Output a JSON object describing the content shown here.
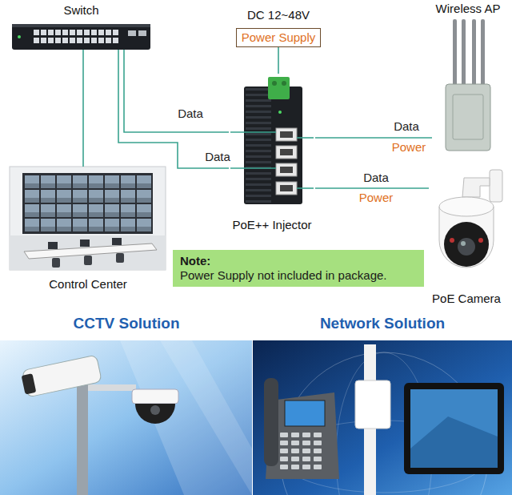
{
  "diagram": {
    "nodes": [
      {
        "text": [
          "Switch"
        ]
      },
      {
        "text": [
          "DC 12~48V",
          "Power Supply"
        ]
      },
      {
        "text": [
          "Wireless AP"
        ]
      },
      {
        "text": [
          "Control Center"
        ]
      },
      {
        "text": [
          "PoE++ Injector"
        ]
      },
      {
        "text": [
          "Note:",
          "Power Supply not included in package."
        ]
      },
      {
        "text": [
          "PoE Camera"
        ]
      },
      {
        "text": [
          "CCTV Solution"
        ]
      },
      {
        "text": [
          "Network Solution"
        ]
      }
    ],
    "edges": [
      {
        "from": 0,
        "to": 3,
        "arrow": "none"
      },
      {
        "from": 0,
        "to": 4,
        "label": "Data",
        "arrow": "none"
      },
      {
        "from": 0,
        "to": 4,
        "label": "Data",
        "arrow": "none"
      },
      {
        "from": 4,
        "to": 2,
        "label": "Data",
        "arrow": "none"
      },
      {
        "from": 4,
        "to": 6,
        "label": "Data",
        "arrow": "none"
      },
      {
        "from": 1,
        "to": 4,
        "arrow": "none"
      }
    ],
    "labels": [
      "Power",
      "Power"
    ]
  }
}
